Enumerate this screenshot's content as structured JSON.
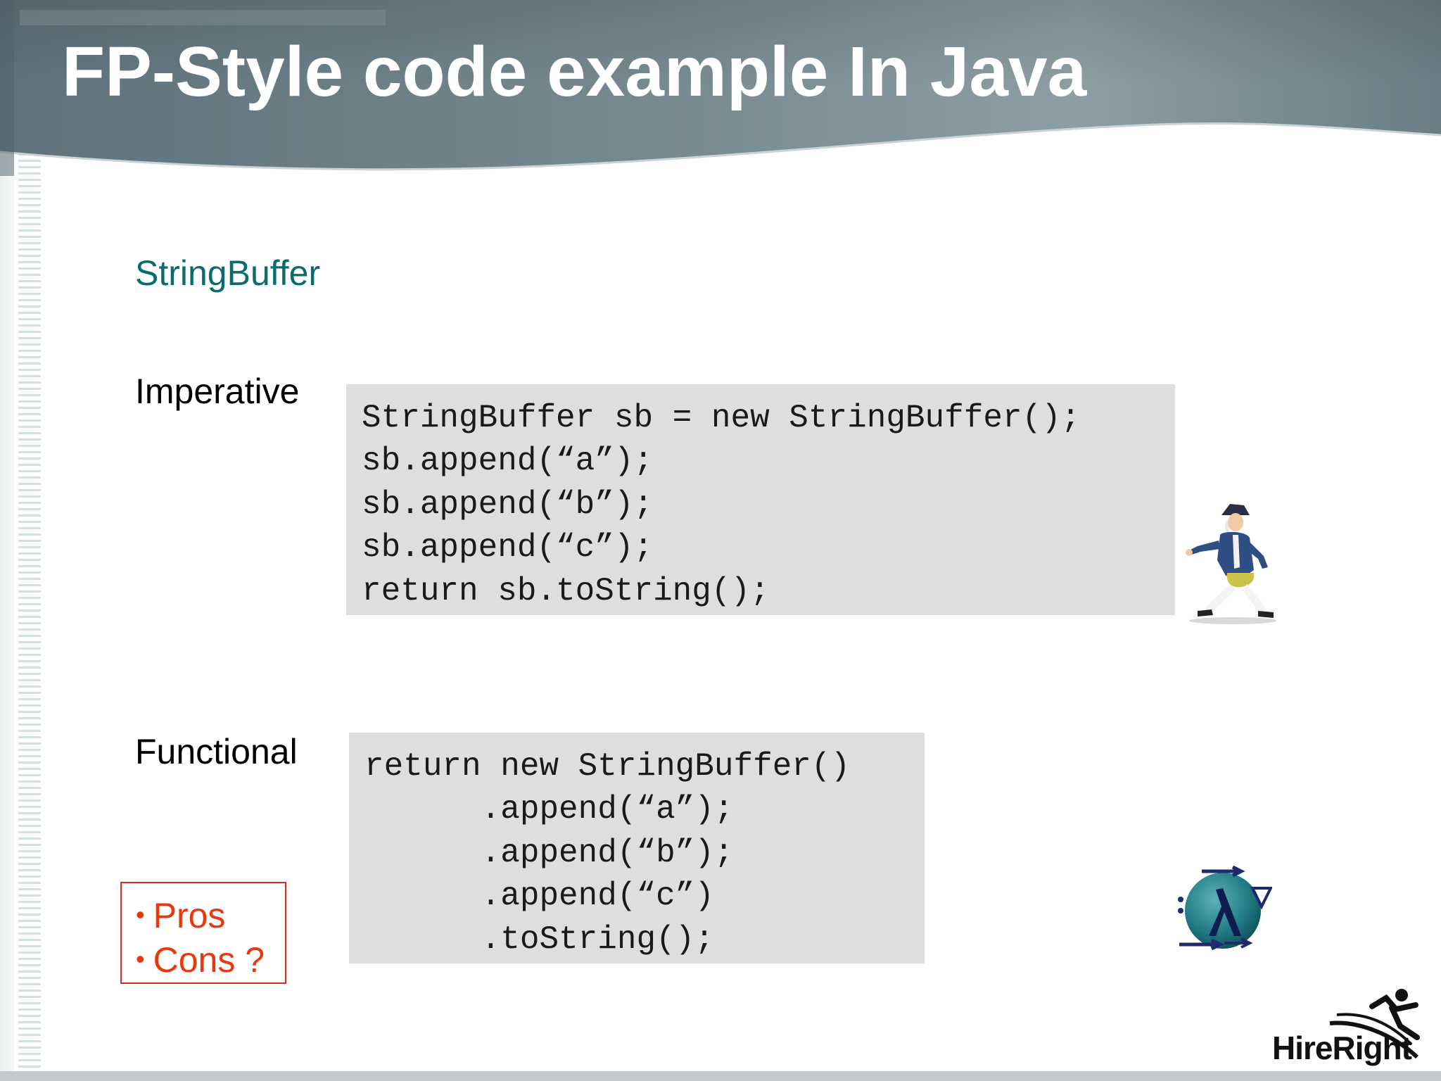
{
  "slide": {
    "title": "FP-Style code example In Java",
    "subtitle": "StringBuffer",
    "imperative": {
      "label": "Imperative",
      "code": [
        "StringBuffer sb = new StringBuffer();",
        "sb.append(“a”);",
        "sb.append(“b”);",
        "sb.append(“c”);",
        "return sb.toString();"
      ]
    },
    "functional": {
      "label": "Functional",
      "code": [
        "return new StringBuffer()",
        "      .append(“a”);",
        "      .append(“b”);",
        "      .append(“c”)",
        "      .toString();"
      ]
    },
    "pros_cons": [
      "Pros",
      "Cons ?"
    ],
    "bullet": "•",
    "brand": "HireRight",
    "icons": [
      "walking-man-icon",
      "lambda-logo-icon",
      "hireright-logo-icon"
    ]
  },
  "colors": {
    "header": "#6b7f8a",
    "subtitle": "#0d6b6e",
    "code_bg": "#dedde0",
    "pros_text": "#e8380d",
    "pros_border": "#e0281f"
  }
}
